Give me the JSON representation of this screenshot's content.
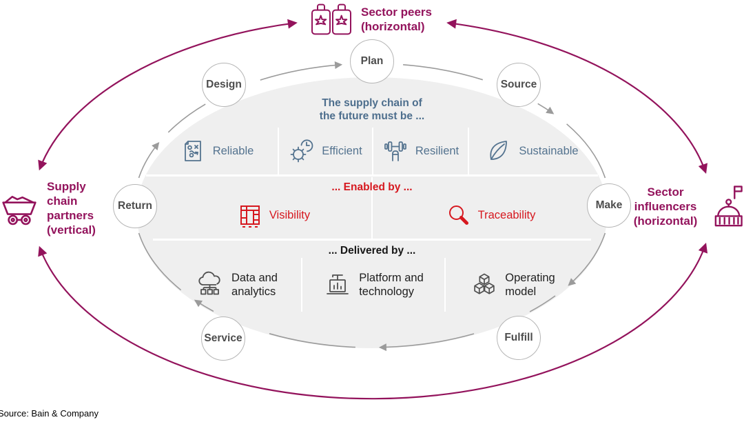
{
  "source_note": "Source: Bain & Company",
  "colors": {
    "accent_magenta": "#93135c",
    "accent_red": "#d6181f",
    "accent_blue": "#4d6e8d",
    "label_blue": "#54738f",
    "gray_line": "#9b9b9b",
    "inner_ellipse_fill": "#efefef"
  },
  "outer": {
    "top_label": {
      "line1": "Sector peers",
      "line2": "(horizontal)",
      "icon": "canned-goods-icon"
    },
    "left_label": {
      "lines": [
        "Supply",
        "chain",
        "partners",
        "(vertical)"
      ],
      "icon": "mine-cart-icon"
    },
    "right_label": {
      "lines": [
        "Sector",
        "influencers",
        "(horizontal)"
      ],
      "icon": "capitol-building-icon"
    }
  },
  "cycle": {
    "nodes": [
      "Plan",
      "Source",
      "Make",
      "Fulfill",
      "Service",
      "Return",
      "Design"
    ]
  },
  "inner": {
    "must_be": {
      "title_line1": "The supply chain of",
      "title_line2": "the future must be ...",
      "items": [
        {
          "label": "Reliable",
          "icon": "strategy-icon"
        },
        {
          "label": "Efficient",
          "icon": "gear-clock-icon"
        },
        {
          "label": "Resilient",
          "icon": "strength-icon"
        },
        {
          "label": "Sustainable",
          "icon": "leaf-icon"
        }
      ]
    },
    "enabled_by": {
      "title": "... Enabled by ...",
      "items": [
        {
          "label": "Visibility",
          "icon": "kanban-board-icon"
        },
        {
          "label": "Traceability",
          "icon": "magnifier-icon"
        }
      ]
    },
    "delivered_by": {
      "title": "... Delivered by ...",
      "items": [
        {
          "line1": "Data and",
          "line2": "analytics",
          "icon": "cloud-network-icon"
        },
        {
          "line1": "Platform and",
          "line2": "technology",
          "icon": "laptop-chart-icon"
        },
        {
          "line1": "Operating",
          "line2": "model",
          "icon": "cubes-icon"
        }
      ]
    }
  }
}
